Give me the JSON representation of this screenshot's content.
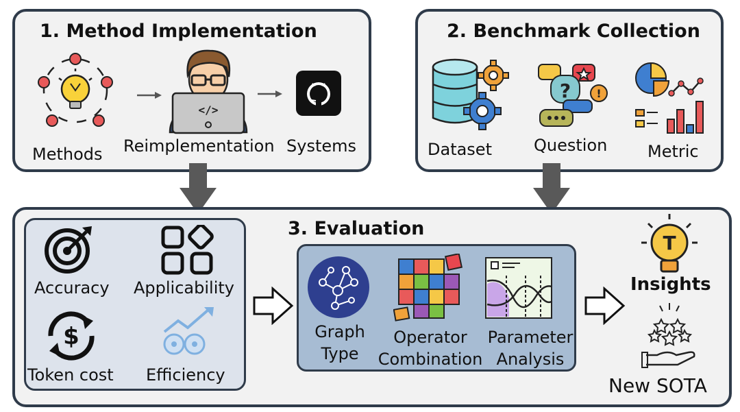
{
  "method_panel": {
    "title": "1. Method Implementation",
    "labels": {
      "methods": "Methods",
      "reimplementation": "Reimplementation",
      "systems": "Systems"
    }
  },
  "benchmark_panel": {
    "title": "2. Benchmark Collection",
    "labels": {
      "dataset": "Dataset",
      "question": "Question",
      "metric": "Metric"
    }
  },
  "evaluation_panel": {
    "title": "3. Evaluation",
    "criteria": {
      "accuracy": "Accuracy",
      "applicability": "Applicability",
      "token_cost": "Token cost",
      "efficiency": "Efficiency"
    },
    "analysis": {
      "graph_type": [
        "Graph",
        "Type"
      ],
      "operator": [
        "Operator",
        "Combination"
      ],
      "parameter": [
        "Parameter",
        "Analysis"
      ]
    },
    "outcomes": {
      "insights": "Insights",
      "new_sota": "New SOTA"
    }
  },
  "colors": {
    "panel_border": "#2f3b4a",
    "panel_fill": "#f2f2f2",
    "criteria_fill": "#dde3ec",
    "analysis_fill": "#a7bcd3",
    "arrow_gray": "#595959"
  }
}
